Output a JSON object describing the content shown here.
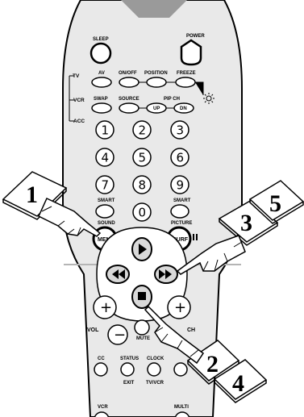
{
  "top_buttons": {
    "sleep": "SLEEP",
    "power": "POWER"
  },
  "mode_labels": {
    "tv": "TV",
    "vcr": "VCR",
    "acc": "ACC"
  },
  "row1": {
    "av": "AV",
    "onoff": "ON/OFF",
    "position": "POSITION",
    "freeze": "FREEZE"
  },
  "row2": {
    "swap": "SWAP",
    "source": "SOURCE",
    "pipch": "PIP CH",
    "up": "UP",
    "dn": "DN"
  },
  "digits": [
    "1",
    "2",
    "3",
    "4",
    "5",
    "6",
    "7",
    "8",
    "9",
    "0"
  ],
  "smart": {
    "sound_top": "SMART",
    "sound_bottom": "SOUND",
    "picture_top": "SMART",
    "picture_bottom": "PICTURE"
  },
  "nav": {
    "menu": "MENU",
    "surf": "SURF"
  },
  "volume": {
    "label": "VOL",
    "plus": "+",
    "minus": "−",
    "mute": "MUTE"
  },
  "channel": {
    "label": "CH",
    "plus": "+"
  },
  "bottom": {
    "cc": "CC",
    "status": "STATUS",
    "exit": "EXIT",
    "clock": "CLOCK",
    "tvvcr": "TV/VCR",
    "vcr": "VCR",
    "multi": "MULTI"
  },
  "steps": [
    "1",
    "3",
    "5",
    "2",
    "4"
  ]
}
